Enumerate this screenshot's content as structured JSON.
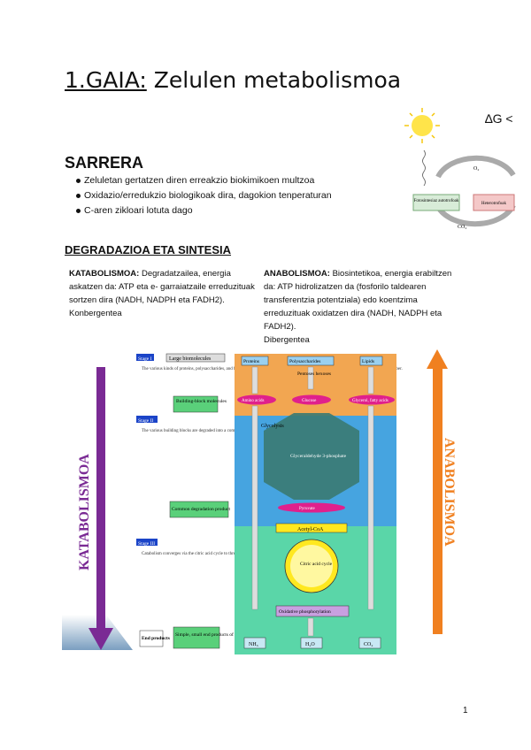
{
  "title": {
    "number": "1.GAIA:",
    "text": "Zelulen metabolismoa"
  },
  "delta_g": "∆G <",
  "sarrera": {
    "heading": "SARRERA",
    "bullets": [
      "Zeluletan gertatzen diren erreakzio biokimikoen multzoa",
      "Oxidazio/erredukzio biologikoak dira, dagokion tenperaturan",
      "C-aren zikloari lotuta dago"
    ]
  },
  "cycle_figure": {
    "left_box": "Fotosintesiaz autotrofoak",
    "right_box": "Heterotrofoak",
    "top_label": "O₂",
    "bottom_label": "CO₂"
  },
  "section": {
    "heading": "DEGRADAZIOA ETA SINTESIA",
    "katabolismoa": {
      "label": "KATABOLISMOA:",
      "text": "Degradatzailea, energia askatzen da: ATP eta e- garraiatzaile erreduzituak sortzen dira (NADH, NADPH eta FADH2).",
      "note": "Konbergentea"
    },
    "anabolismoa": {
      "label": "ANABOLISMOA:",
      "text": "Biosintetikoa, energia erabiltzen da: ATP hidrolizatzen da (fosforilo taldearen transferentzia potentziala) edo koentzima erreduzituak oxidatzen dira (NADH, NADPH eta FADH2).",
      "note": "Dibergentea"
    }
  },
  "diagram": {
    "left_arrow_label": "KATABOLISMOA",
    "right_arrow_label": "ANABOLISMOA",
    "stage1": "Stage I",
    "stage1_box": "Large biomolecules",
    "stage1_text": "The various kinds of proteins, polysaccharides, and fats are broken down into their component building blocks, which are relatively few in number.",
    "building_block": "Building-block molecules",
    "stage2": "Stage II",
    "stage2_text": "The various building blocks are degraded into a common product, the acetyl groups of acetyl-CoA.",
    "common_product": "Common degradation product",
    "stage3": "Stage III",
    "stage3_text": "Catabolism converges via the citric acid cycle to three principal end products: water, carbon dioxide, and ammonia.",
    "end_products": "End products",
    "simple_products": "Simple, small end products of catabolism",
    "proteins": "Proteins",
    "polysaccharides": "Polysaccharides",
    "lipids": "Lipids",
    "pentoses": "Pentoses hexoses",
    "amino_acids": "Amino acids",
    "glucose": "Glucose",
    "glycerol": "Glycerol, fatty acids",
    "glycolysis": "Glycolysis",
    "glyceraldehyde": "Glyceraldehyde 3-phosphate",
    "pyruvate": "Pyruvate",
    "acetyl_coa": "Acetyl-CoA",
    "citric": "Citric acid cycle",
    "oxphos": "Oxidative phosphorylation",
    "nh3": "NH₃",
    "h2o": "H₂O",
    "co2": "CO₂"
  },
  "page_number": "1"
}
